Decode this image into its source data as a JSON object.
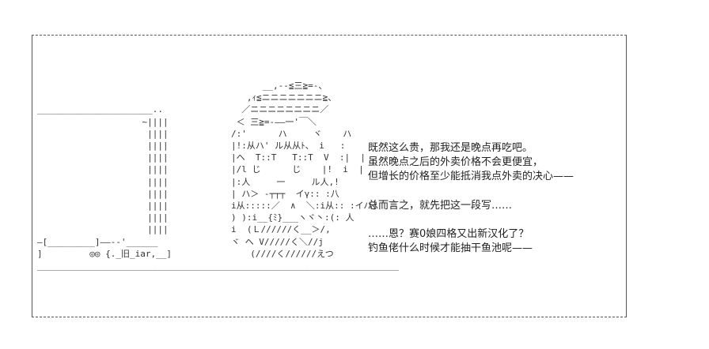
{
  "art": {
    "text": "                                           __,--≦三≧=-、\n                                        ,ｨ≦ニニニニニニニ≧、\n______________________..               ／ニニニニニニニニ／\n                    ~||||             ＜ 三≧=-――一'￣＼\n                     ||||            /:'      ハ     ヾ    ハ\n                     ||||            |!:从ハ' ル从从ﾄ、 i   :\n                     ||||            |ヘ  T::T   T::T  V  :|  |\n                     ||||            |/l じ      じ    |!  i  |\n                     ||||            |:人     一     ル人,!\n                     ||||            | ハ＞ -┬┬┬  イγ:: :八\n                     ||||            i从:::::／  ∧  ＼:i从:: :イハ)\n                     ||||            ) ):i__{ﾐ}___ヽヾ丶:(: 人\n                     ||||            i  (Ｌ//////く__＞/,\n―[_________]――‐-'______              ヾ ヘ V/////く＼//j\n]         ◎◎ {._旧_iar,__]               (////く//////えつ\n_____________________________________________________________________"
  },
  "dialogue": {
    "block1": [
      "既然这么贵，那我还是晚点再吃吧。",
      "虽然晚点之后的外卖价格不会更便宜，",
      "但增长的价格至少能抵消我点外卖的决心——"
    ],
    "block2": [
      "总而言之，就先把这一段写……"
    ],
    "block3": [
      "……恩？赛0娘四格又出新汉化了？",
      "钓鱼佬什么时候才能抽干鱼池呢——"
    ]
  }
}
